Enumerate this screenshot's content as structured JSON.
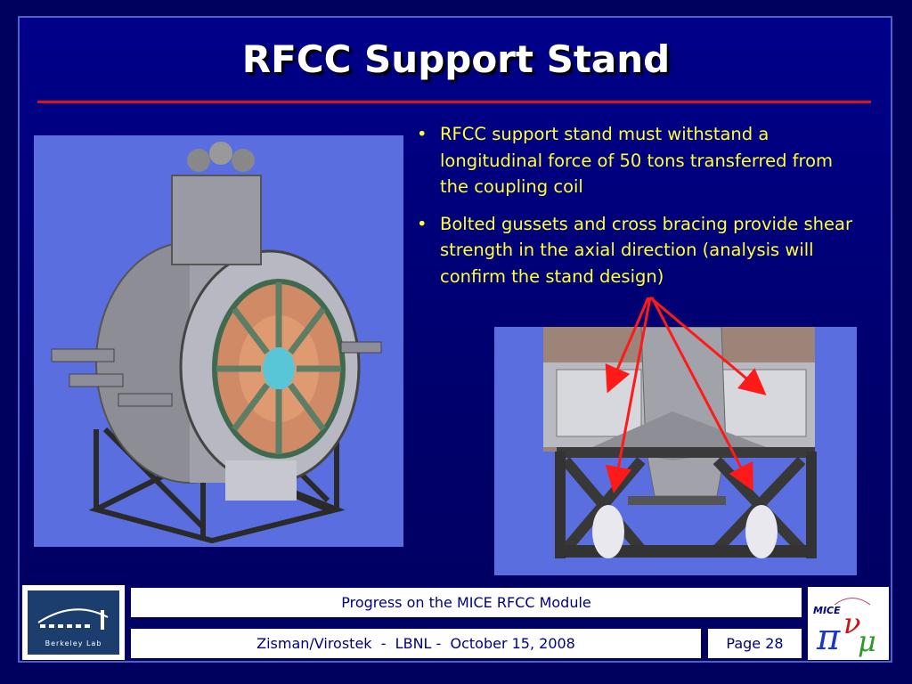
{
  "slide": {
    "title": "RFCC Support Stand",
    "bullets": [
      "RFCC support stand must withstand a longitudinal force of 50 tons transferred from the coupling coil",
      "Bolted gussets and cross bracing provide shear strength in the axial direction (analysis will confirm the stand design)"
    ]
  },
  "footer": {
    "project": "Progress on the MICE RFCC Module",
    "authors": "Zisman/Virostek  -  LBNL -  October 15, 2008",
    "page": "Page 28",
    "left_logo_text": "Berkeley Lab",
    "right_logo_text": "MICE"
  },
  "colors": {
    "background": "#00005e",
    "title": "#ffffff",
    "rule": "#e0101a",
    "bullet_text": "#ffff33",
    "arrow": "#ff1a1a",
    "footer_text": "#000080"
  }
}
